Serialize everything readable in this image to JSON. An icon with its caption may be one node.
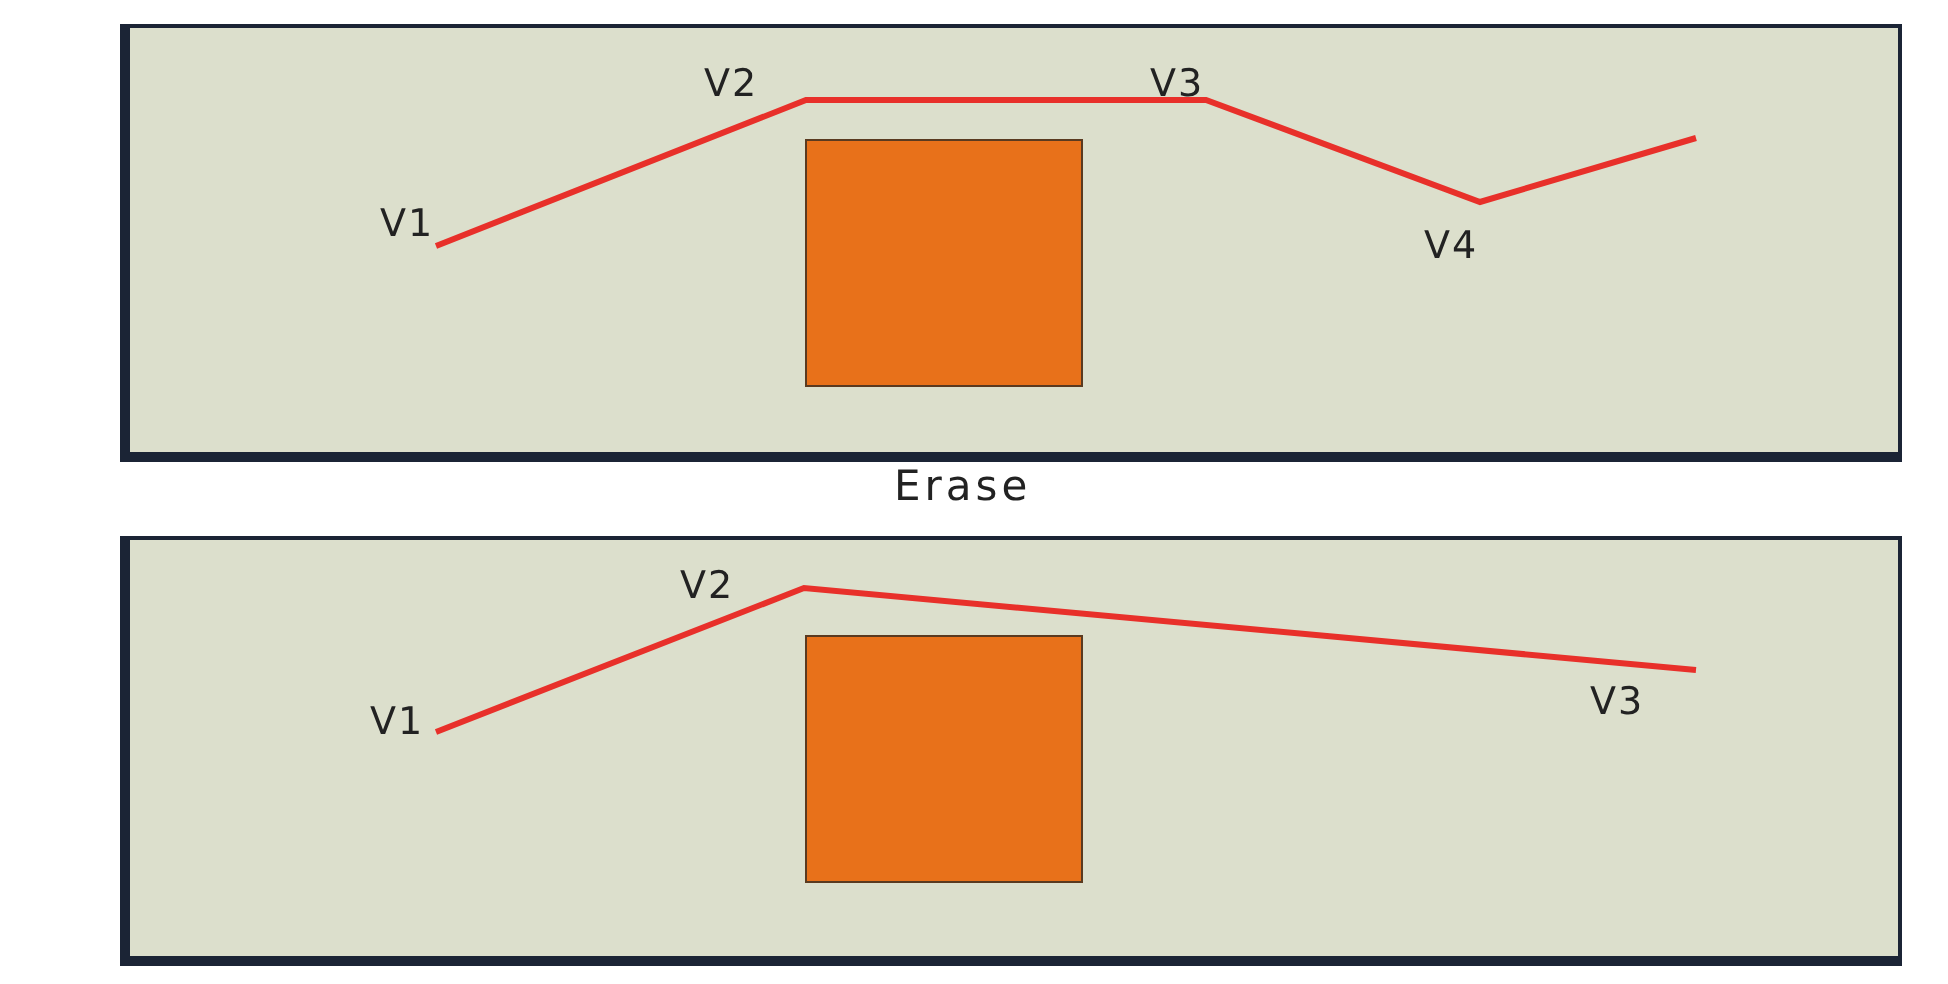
{
  "diagram": {
    "labels": [
      "V1",
      "V2",
      "V3",
      "V4",
      "Erase",
      "V1",
      "V2",
      "V3"
    ]
  }
}
